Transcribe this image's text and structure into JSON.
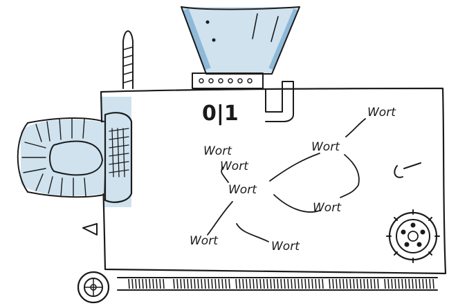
{
  "colors": {
    "ink": "#1a1a1a",
    "shade_blue": "#8fb9d8",
    "shade_light": "#cfe2ee",
    "paper": "#ffffff"
  },
  "machine": {
    "display_label": "0|1"
  },
  "words": {
    "w1": "Wort",
    "w2": "Wort",
    "w3": "Wort",
    "w4": "Wort",
    "w5": "Wort",
    "w6": "Wort",
    "w7": "Wort",
    "w8": "Wort"
  },
  "icons": [
    "hopper-icon",
    "antenna-icon",
    "exhaust-fan-icon",
    "gear-icon",
    "wheel-icon",
    "keyhole-icon"
  ]
}
